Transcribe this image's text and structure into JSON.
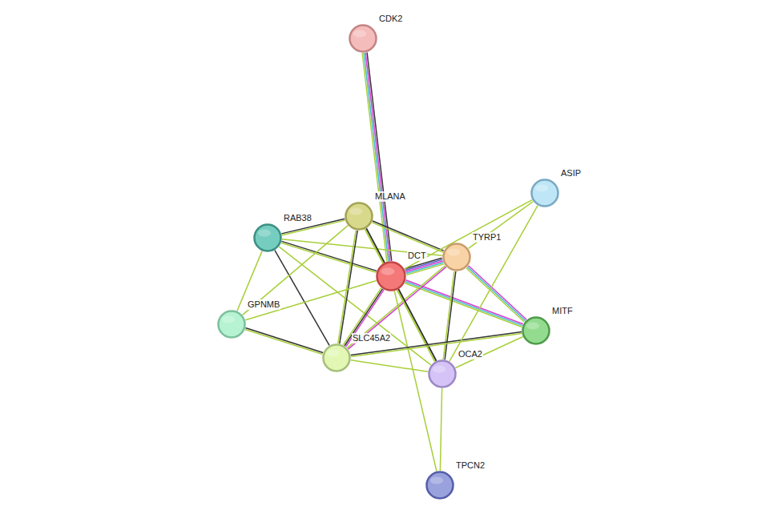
{
  "diagram": {
    "nodes": [
      {
        "text": [
          "CDK2"
        ]
      },
      {
        "text": [
          "ASIP"
        ]
      },
      {
        "text": [
          "MLANA"
        ]
      },
      {
        "text": [
          "RAB38"
        ]
      },
      {
        "text": [
          "TYRP1"
        ]
      },
      {
        "text": [
          "DCT"
        ]
      },
      {
        "text": [
          "MITF"
        ]
      },
      {
        "text": [
          "GPNMB"
        ]
      },
      {
        "text": [
          "SLC45A2"
        ]
      },
      {
        "text": [
          "OCA2"
        ]
      },
      {
        "text": [
          "TPCN2"
        ]
      }
    ],
    "edges": [
      {
        "from": 0,
        "to": 5,
        "arrow": "none"
      },
      {
        "from": 3,
        "to": 2,
        "arrow": "none"
      },
      {
        "from": 3,
        "to": 5,
        "arrow": "none"
      },
      {
        "from": 3,
        "to": 4,
        "arrow": "none"
      },
      {
        "from": 3,
        "to": 8,
        "arrow": "none"
      },
      {
        "from": 3,
        "to": 7,
        "arrow": "none"
      },
      {
        "from": 3,
        "to": 9,
        "arrow": "none"
      },
      {
        "from": 2,
        "to": 5,
        "arrow": "none"
      },
      {
        "from": 2,
        "to": 4,
        "arrow": "none"
      },
      {
        "from": 2,
        "to": 8,
        "arrow": "none"
      },
      {
        "from": 2,
        "to": 9,
        "arrow": "none"
      },
      {
        "from": 2,
        "to": 7,
        "arrow": "none"
      },
      {
        "from": 5,
        "to": 4,
        "arrow": "none"
      },
      {
        "from": 5,
        "to": 6,
        "arrow": "none"
      },
      {
        "from": 4,
        "to": 6,
        "arrow": "none"
      },
      {
        "from": 5,
        "to": 8,
        "arrow": "none"
      },
      {
        "from": 4,
        "to": 8,
        "arrow": "none"
      },
      {
        "from": 5,
        "to": 9,
        "arrow": "none"
      },
      {
        "from": 4,
        "to": 9,
        "arrow": "none"
      },
      {
        "from": 5,
        "to": 7,
        "arrow": "none"
      },
      {
        "from": 5,
        "to": 10,
        "arrow": "none"
      },
      {
        "from": 9,
        "to": 10,
        "arrow": "none"
      },
      {
        "from": 7,
        "to": 8,
        "arrow": "none"
      },
      {
        "from": 8,
        "to": 9,
        "arrow": "none"
      },
      {
        "from": 8,
        "to": 6,
        "arrow": "none"
      },
      {
        "from": 9,
        "to": 6,
        "arrow": "none"
      },
      {
        "from": 1,
        "to": 4,
        "arrow": "none"
      },
      {
        "from": 1,
        "to": 5,
        "arrow": "none"
      },
      {
        "from": 1,
        "to": 9,
        "arrow": "none"
      }
    ]
  }
}
